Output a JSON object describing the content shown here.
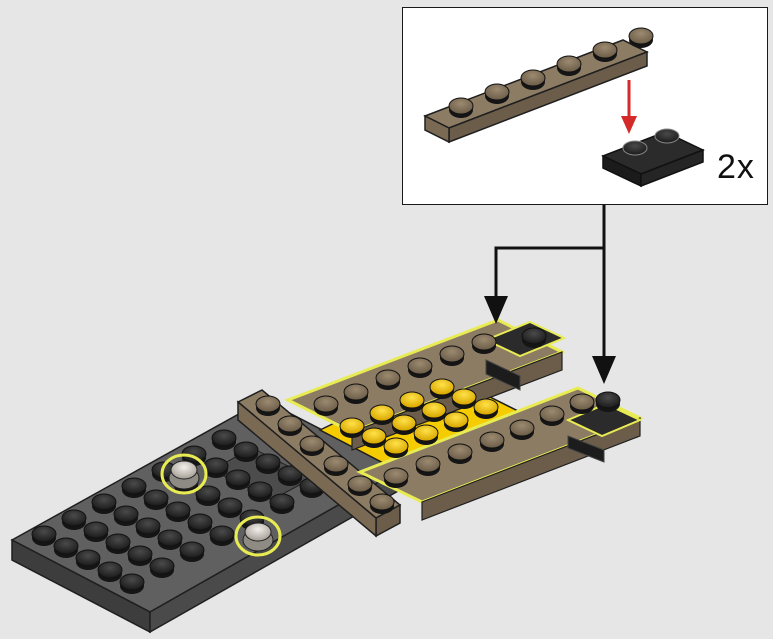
{
  "instruction_step": {
    "callout": {
      "quantity_label": "2x",
      "parts": [
        "tan-1x6-plate",
        "black-1x2-plate"
      ],
      "assembly_arrow_color": "#d42a2a"
    },
    "placement_arrows": 2,
    "colors": {
      "background": "#e6e6e6",
      "dark_gray": "#5e5e5e",
      "black_plate": "#2b2b2b",
      "tan": "#8d7c64",
      "yellow": "#f5cc00",
      "highlight_outline": "#e8ec52",
      "arrow": "#111111"
    },
    "icons": [
      "tan-plate-icon",
      "black-plate-icon",
      "red-down-arrow-icon",
      "black-down-arrow-icon"
    ]
  }
}
